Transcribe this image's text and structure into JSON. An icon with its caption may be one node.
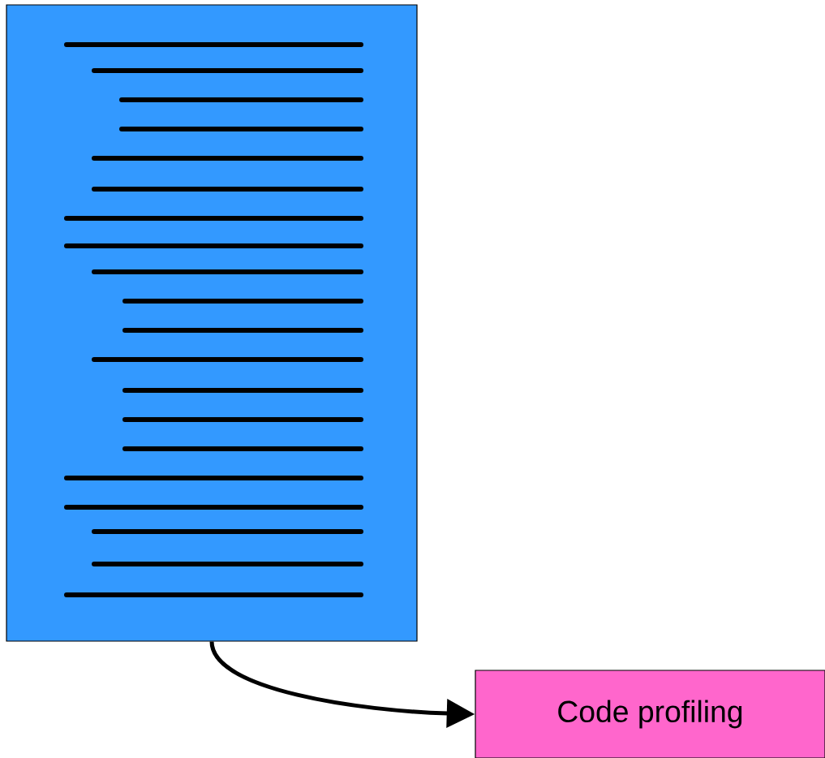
{
  "diagram": {
    "nodes": [
      {
        "text": [],
        "shape": "box"
      },
      {
        "text": [
          "Code profiling"
        ]
      }
    ],
    "edges": [
      {
        "from": 0,
        "to": 1,
        "arrow": "to"
      }
    ]
  }
}
